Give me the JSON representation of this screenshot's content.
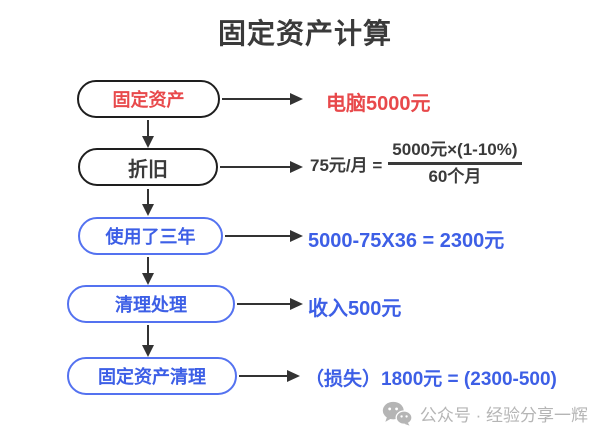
{
  "title": "固定资产计算",
  "colors": {
    "accent_red": "#e8494b",
    "accent_blue": "#3d5fe6",
    "blue_border": "#5472f0",
    "dark": "#3a3a3a",
    "node_border_dark": "#1e1e1e",
    "arrow": "#333333",
    "watermark_gray": "#b5b5b5"
  },
  "flow": {
    "steps": [
      {
        "label": "固定资产",
        "result": "电脑5000元"
      },
      {
        "label": "折旧",
        "result_prefix": "75元/月 =",
        "fraction": {
          "numerator": "5000元×(1-10%)",
          "denominator": "60个月"
        }
      },
      {
        "label": "使用了三年",
        "result": "5000-75X36 = 2300元"
      },
      {
        "label": "清理处理",
        "result": "收入500元"
      },
      {
        "label": "固定资产清理",
        "result": "（损失）1800元 =  (2300-500)"
      }
    ]
  },
  "watermark": {
    "icon": "wechat-icon",
    "text": "公众号 · 经验分享一辉"
  }
}
